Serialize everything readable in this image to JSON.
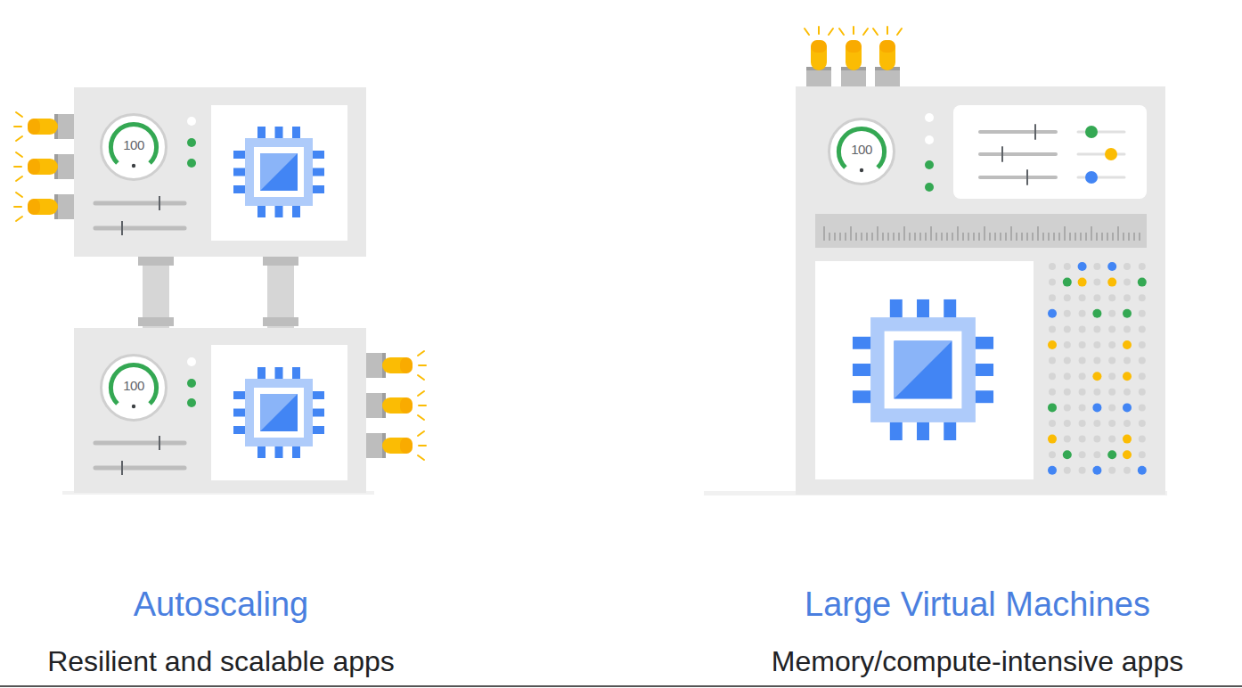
{
  "diagram": {
    "nodes": [
      {
        "text": [
          "100"
        ]
      },
      {
        "text": [
          "100"
        ]
      },
      {
        "text": [
          "100"
        ]
      }
    ],
    "labels": [
      "Autoscaling",
      "Resilient and scalable apps",
      "Large Virtual Machines",
      "Memory/compute-intensive apps"
    ]
  }
}
